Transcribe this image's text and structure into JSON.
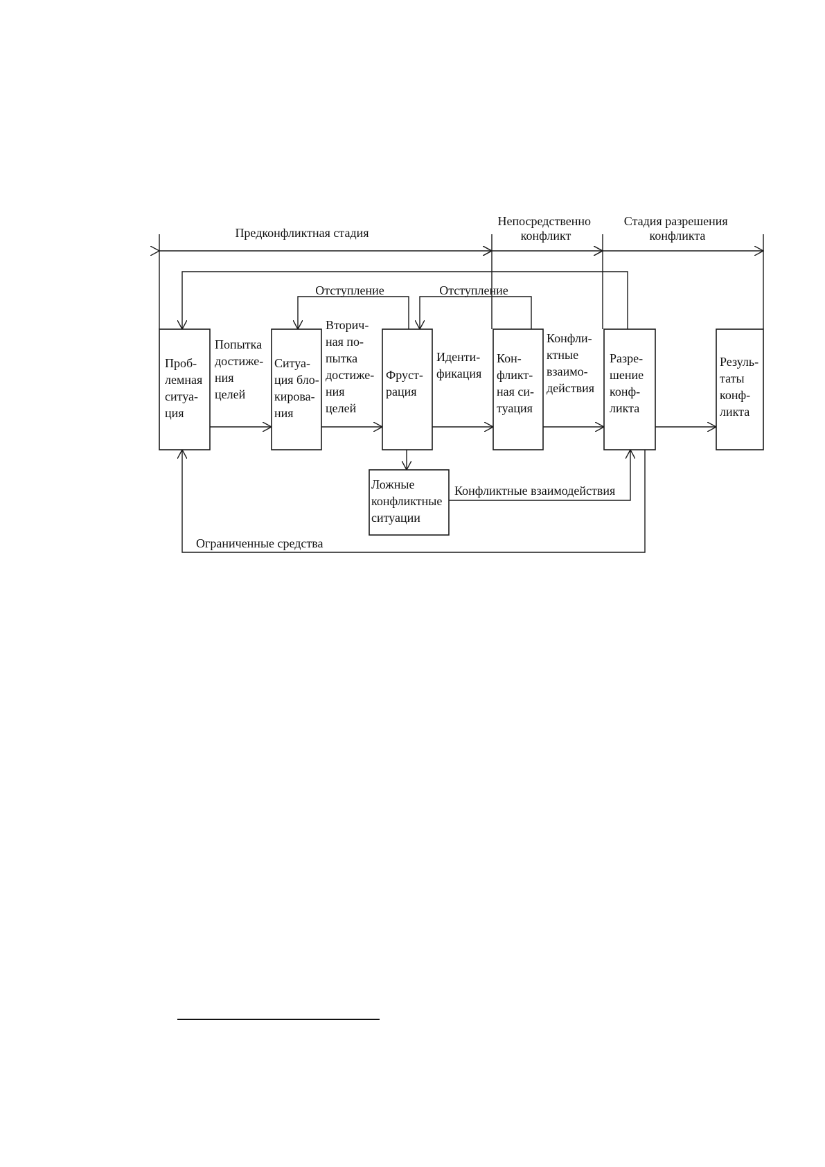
{
  "stages": {
    "pre_conflict": "Предконфликтная стадия",
    "conflict": [
      "Непосредственно",
      "конфликт"
    ],
    "resolution": [
      "Стадия разрешения",
      "конфликта"
    ]
  },
  "boxes": {
    "problem": [
      "Проб-",
      "лемная",
      "ситуа-",
      "ция"
    ],
    "blocking": [
      "Ситуа-",
      "ция бло-",
      "кирова-",
      "ния"
    ],
    "frustration": [
      "Фруст-",
      "рация"
    ],
    "conflict_situation": [
      "Кон-",
      "фликт-",
      "ная си-",
      "туация"
    ],
    "resolution": [
      "Разре-",
      "шение",
      "конф-",
      "ликта"
    ],
    "results": [
      "Резуль-",
      "таты",
      "конф-",
      "ликта"
    ],
    "false_situations": [
      "Ложные",
      "конфликтные",
      "ситуации"
    ]
  },
  "labels": {
    "goal_attempt": [
      "Попытка",
      "достиже-",
      "ния",
      "целей"
    ],
    "secondary_attempt": [
      "Вторич-",
      "ная по-",
      "пытка",
      "достиже-",
      "ния",
      "целей"
    ],
    "identification": [
      "Иденти-",
      "фикация"
    ],
    "interactions": [
      "Конфли-",
      "ктные",
      "взаимо-",
      "действия"
    ],
    "retreat_1": "Отступление",
    "retreat_2": "Отступление",
    "false_interactions": "Конфликтные взаимодействия",
    "limited_means": "Ограниченные средства"
  }
}
